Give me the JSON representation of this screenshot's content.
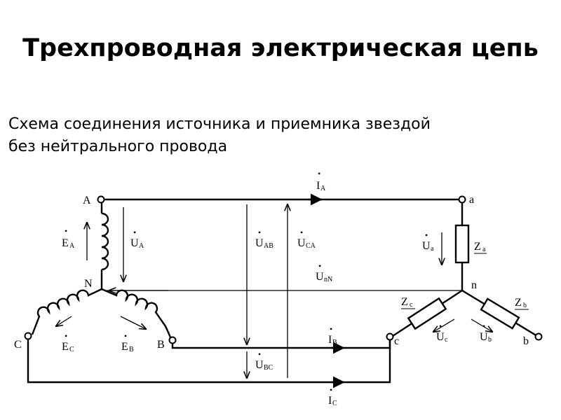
{
  "slide": {
    "title": "Трехпроводная электрическая цепь",
    "subtitle_line1": "Схема соединения источника и приемника звездой",
    "subtitle_line2": "без нейтрального провода"
  },
  "diagram": {
    "nodes": {
      "A": "A",
      "N": "N",
      "B": "B",
      "C": "C",
      "a": "a",
      "n": "n",
      "b": "b",
      "c": "c"
    },
    "currents": {
      "IA": {
        "main": "I",
        "sub": "A"
      },
      "IB": {
        "main": "I",
        "sub": "B"
      },
      "IC": {
        "main": "I",
        "sub": "C"
      }
    },
    "emfs": {
      "EA": {
        "main": "E",
        "sub": "A"
      },
      "EB": {
        "main": "E",
        "sub": "B"
      },
      "EC": {
        "main": "E",
        "sub": "C"
      }
    },
    "voltages": {
      "UA": {
        "main": "U",
        "sub": "A"
      },
      "UAB": {
        "main": "U",
        "sub": "AB"
      },
      "UCA": {
        "main": "U",
        "sub": "CA"
      },
      "UnN": {
        "main": "U",
        "sub": "nN"
      },
      "UBC": {
        "main": "U",
        "sub": "BC"
      },
      "Ua": {
        "main": "U",
        "sub": "a"
      },
      "Ub": {
        "main": "U",
        "sub": "b"
      },
      "Uc": {
        "main": "U",
        "sub": "c"
      }
    },
    "impedances": {
      "Za": {
        "main": "Z",
        "sub": "a"
      },
      "Zb": {
        "main": "Z",
        "sub": "b"
      },
      "Zc": {
        "main": "Z",
        "sub": "c"
      }
    },
    "dot_mark": "•"
  }
}
